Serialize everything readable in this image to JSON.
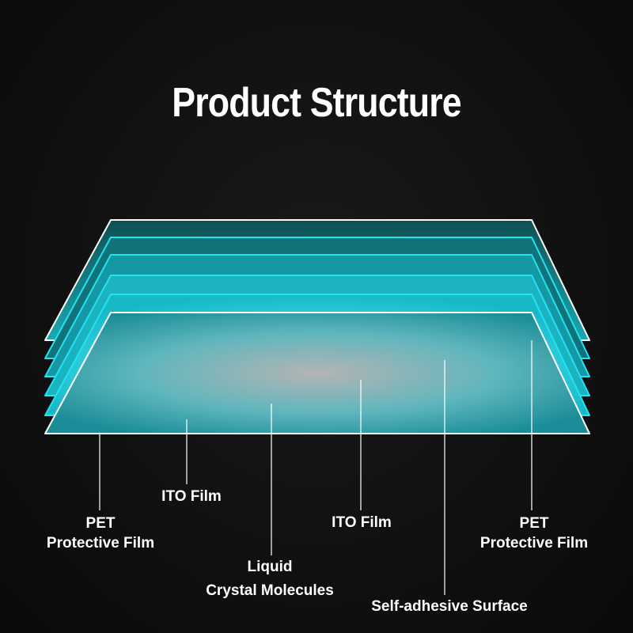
{
  "title": "Product Structure",
  "labels": {
    "pet_left_line1": "PET",
    "pet_left_line2": "Protective Film",
    "ito_left": "ITO Film",
    "liquid_line1": "Liquid",
    "liquid_line2": "Crystal Molecules",
    "ito_right": "ITO Film",
    "self_adhesive": "Self-adhesive Surface",
    "pet_right_line1": "PET",
    "pet_right_line2": "Protective Film"
  },
  "colors": {
    "background": "#0d0d0d",
    "layer_cyan": "#1fd8ea",
    "layer_dark_teal": "#0e3f42",
    "layer_outline": "#ffffff"
  }
}
